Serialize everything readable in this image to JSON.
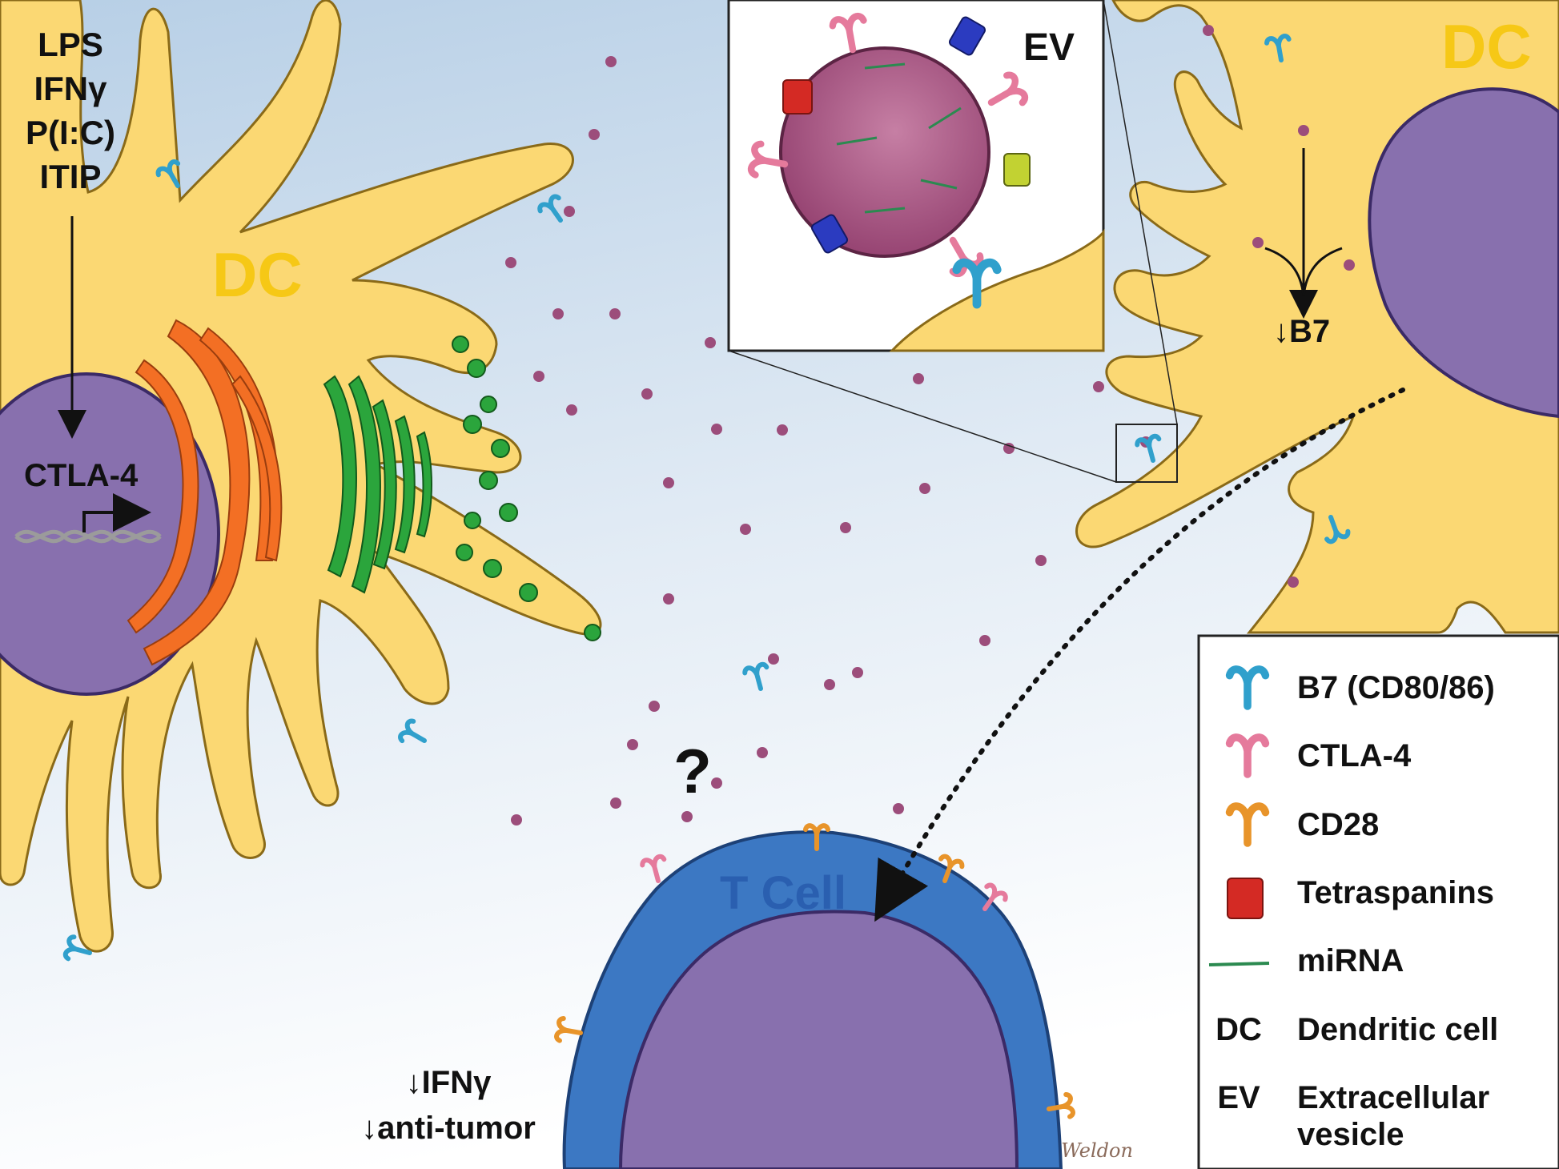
{
  "stimuli": [
    "LPS",
    "IFNγ",
    "P(I:C)",
    "ITIP"
  ],
  "labels": {
    "dc_left": "DC",
    "dc_right": "DC",
    "ctla4_gene": "CTLA-4",
    "ev": "EV",
    "b7_down": "↓B7",
    "question": "?",
    "t_cell": "T Cell",
    "ifn_down": "↓IFNγ",
    "antitumor_down": "↓anti-tumor",
    "signature": "Weldon"
  },
  "legend": {
    "items": [
      {
        "symbol": "b7-receptor-icon",
        "label": "B7 (CD80/86)"
      },
      {
        "symbol": "ctla4-receptor-icon",
        "label": "CTLA-4"
      },
      {
        "symbol": "cd28-receptor-icon",
        "label": "CD28"
      },
      {
        "symbol": "tetraspanin-icon",
        "label": "Tetraspanins"
      },
      {
        "symbol": "mirna-icon",
        "label": "miRNA"
      },
      {
        "symbol": "DC",
        "label": "Dendritic cell"
      },
      {
        "symbol": "EV",
        "label": "Extracellular vesicle"
      }
    ]
  },
  "colors": {
    "background_top": "#bcd3e8",
    "dc_fill": "#fbd873",
    "dc_outline": "#8a6a18",
    "nucleus": "#8870ae",
    "er": "#f36f24",
    "golgi": "#2ba53c",
    "ev_particle": "#9c4d7b",
    "t_cell": "#3c78c3",
    "b7": "#30a0cc",
    "ctla4": "#e57a9c",
    "cd28": "#e8942a",
    "tetraspanin": "#d42a24",
    "dc_label": "#f6c816"
  }
}
